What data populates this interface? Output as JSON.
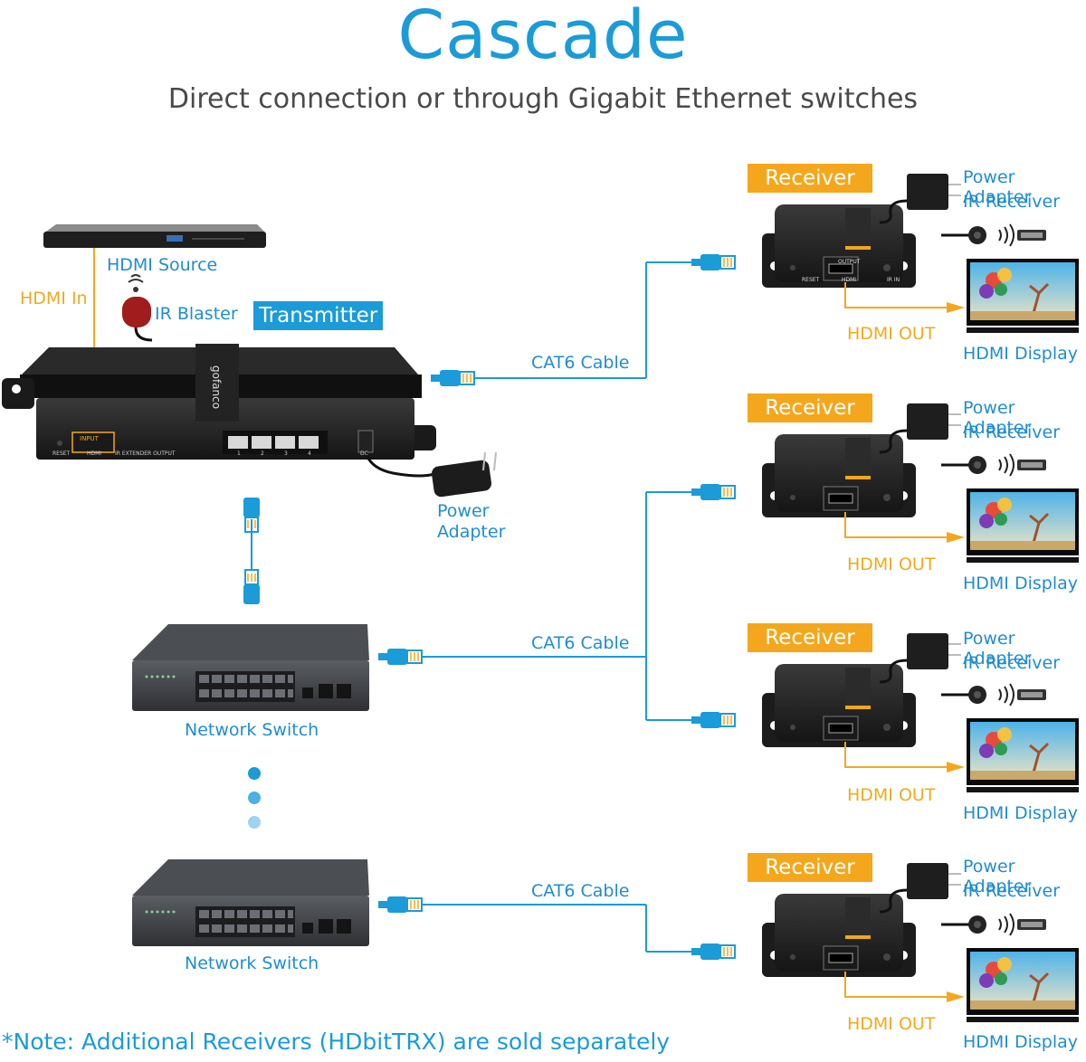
{
  "header": {
    "title": "Cascade",
    "subtitle": "Direct connection or through Gigabit Ethernet switches"
  },
  "transmitter": {
    "tag": "Transmitter",
    "brand": "gofanco",
    "port_labels": [
      "RESET",
      "HDMI",
      "IR EXTENDER OUTPUT",
      "DC"
    ],
    "hdmi_input_label": "INPUT",
    "port_numbers": [
      "1",
      "2",
      "3",
      "4"
    ]
  },
  "source": {
    "label": "HDMI Source",
    "hdmi_in_label": "HDMI In",
    "ir_blaster_label": "IR Blaster"
  },
  "tx_power": {
    "label_line1": "Power",
    "label_line2": "Adapter"
  },
  "cables": {
    "cat6_label": "CAT6 Cable"
  },
  "switches": [
    {
      "label": "Network Switch"
    },
    {
      "label": "Network Switch"
    }
  ],
  "receivers": [
    {
      "tag": "Receiver",
      "power_label": "Power Adapter",
      "ir_label": "IR Receiver",
      "hdmi_out_label": "HDMI OUT",
      "display_label": "HDMI Display"
    },
    {
      "tag": "Receiver",
      "power_label": "Power Adapter",
      "ir_label": "IR Receiver",
      "hdmi_out_label": "HDMI OUT",
      "display_label": "HDMI Display"
    },
    {
      "tag": "Receiver",
      "power_label": "Power Adapter",
      "ir_label": "IR Receiver",
      "hdmi_out_label": "HDMI OUT",
      "display_label": "HDMI Display"
    },
    {
      "tag": "Receiver",
      "power_label": "Power Adapter",
      "ir_label": "IR Receiver",
      "hdmi_out_label": "HDMI OUT",
      "display_label": "HDMI Display"
    }
  ],
  "receiver_port_labels": {
    "output": "OUTPUT",
    "hdmi": "HDMI",
    "reset": "RESET",
    "ir_in": "IR IN"
  },
  "note": "*Note: Additional Receivers (HDbitTRX) are sold separately",
  "colors": {
    "blue": "#1b9bd7",
    "gold": "#f4a71c",
    "device": "#232323"
  }
}
